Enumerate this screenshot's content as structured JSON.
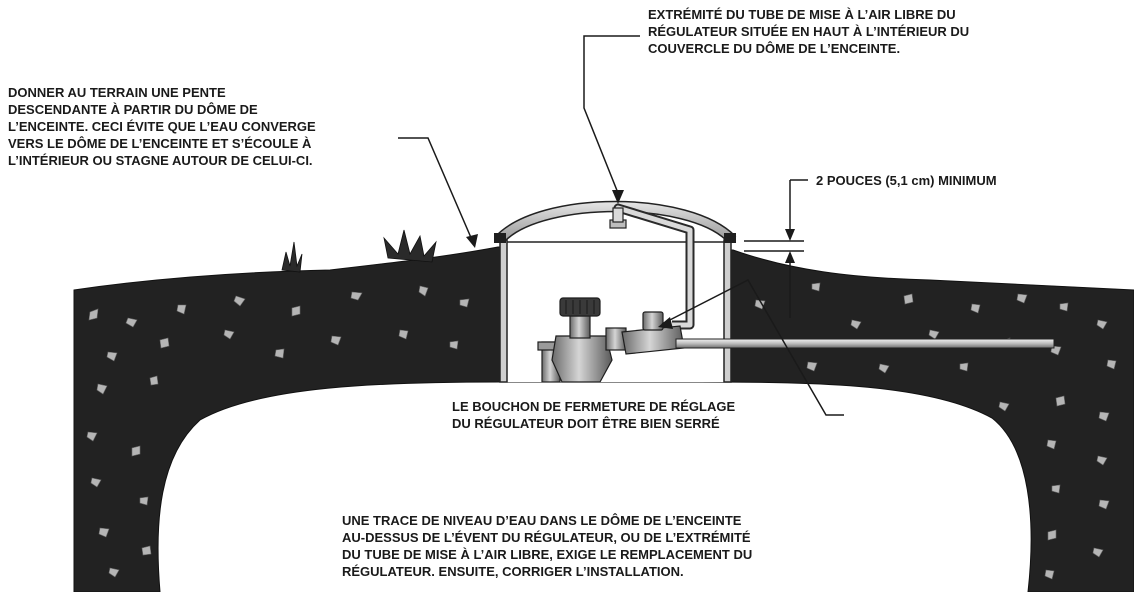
{
  "vent_note": [
    "EXTRÉMITÉ DU TUBE DE MISE À L’AIR LIBRE DU",
    "RÉGULATEUR SITUÉE EN HAUT À L’INTÉRIEUR DU",
    "COUVERCLE DU DÔME DE L’ENCEINTE."
  ],
  "grading_note": [
    "DONNER AU TERRAIN UNE PENTE",
    "DESCENDANTE À PARTIR DU DÔME DE",
    "L’ENCEINTE. CECI ÉVITE QUE L’EAU CONVERGE",
    "VERS LE DÔME DE L’ENCEINTE ET S’ÉCOULE À",
    "L’INTÉRIEUR OU STAGNE AUTOUR DE CELUI-CI."
  ],
  "clearance_note": "2 POUCES (5,1 cm) MINIMUM",
  "cap_note": [
    "LE BOUCHON DE FERMETURE DE RÉGLAGE",
    "DU RÉGULATEUR DOIT ÊTRE BIEN SERRÉ"
  ],
  "water_note": [
    "UNE TRACE DE NIVEAU D’EAU DANS LE DÔME DE L’ENCEINTE",
    "AU-DESSUS DE L’ÉVENT DU RÉGULATEUR, OU DE L’EXTRÉMITÉ",
    "DU TUBE DE MISE À L’AIR LIBRE, EXIGE LE REMPLACEMENT DU",
    "RÉGULATEUR. ENSUITE, CORRIGER L’INSTALLATION."
  ]
}
